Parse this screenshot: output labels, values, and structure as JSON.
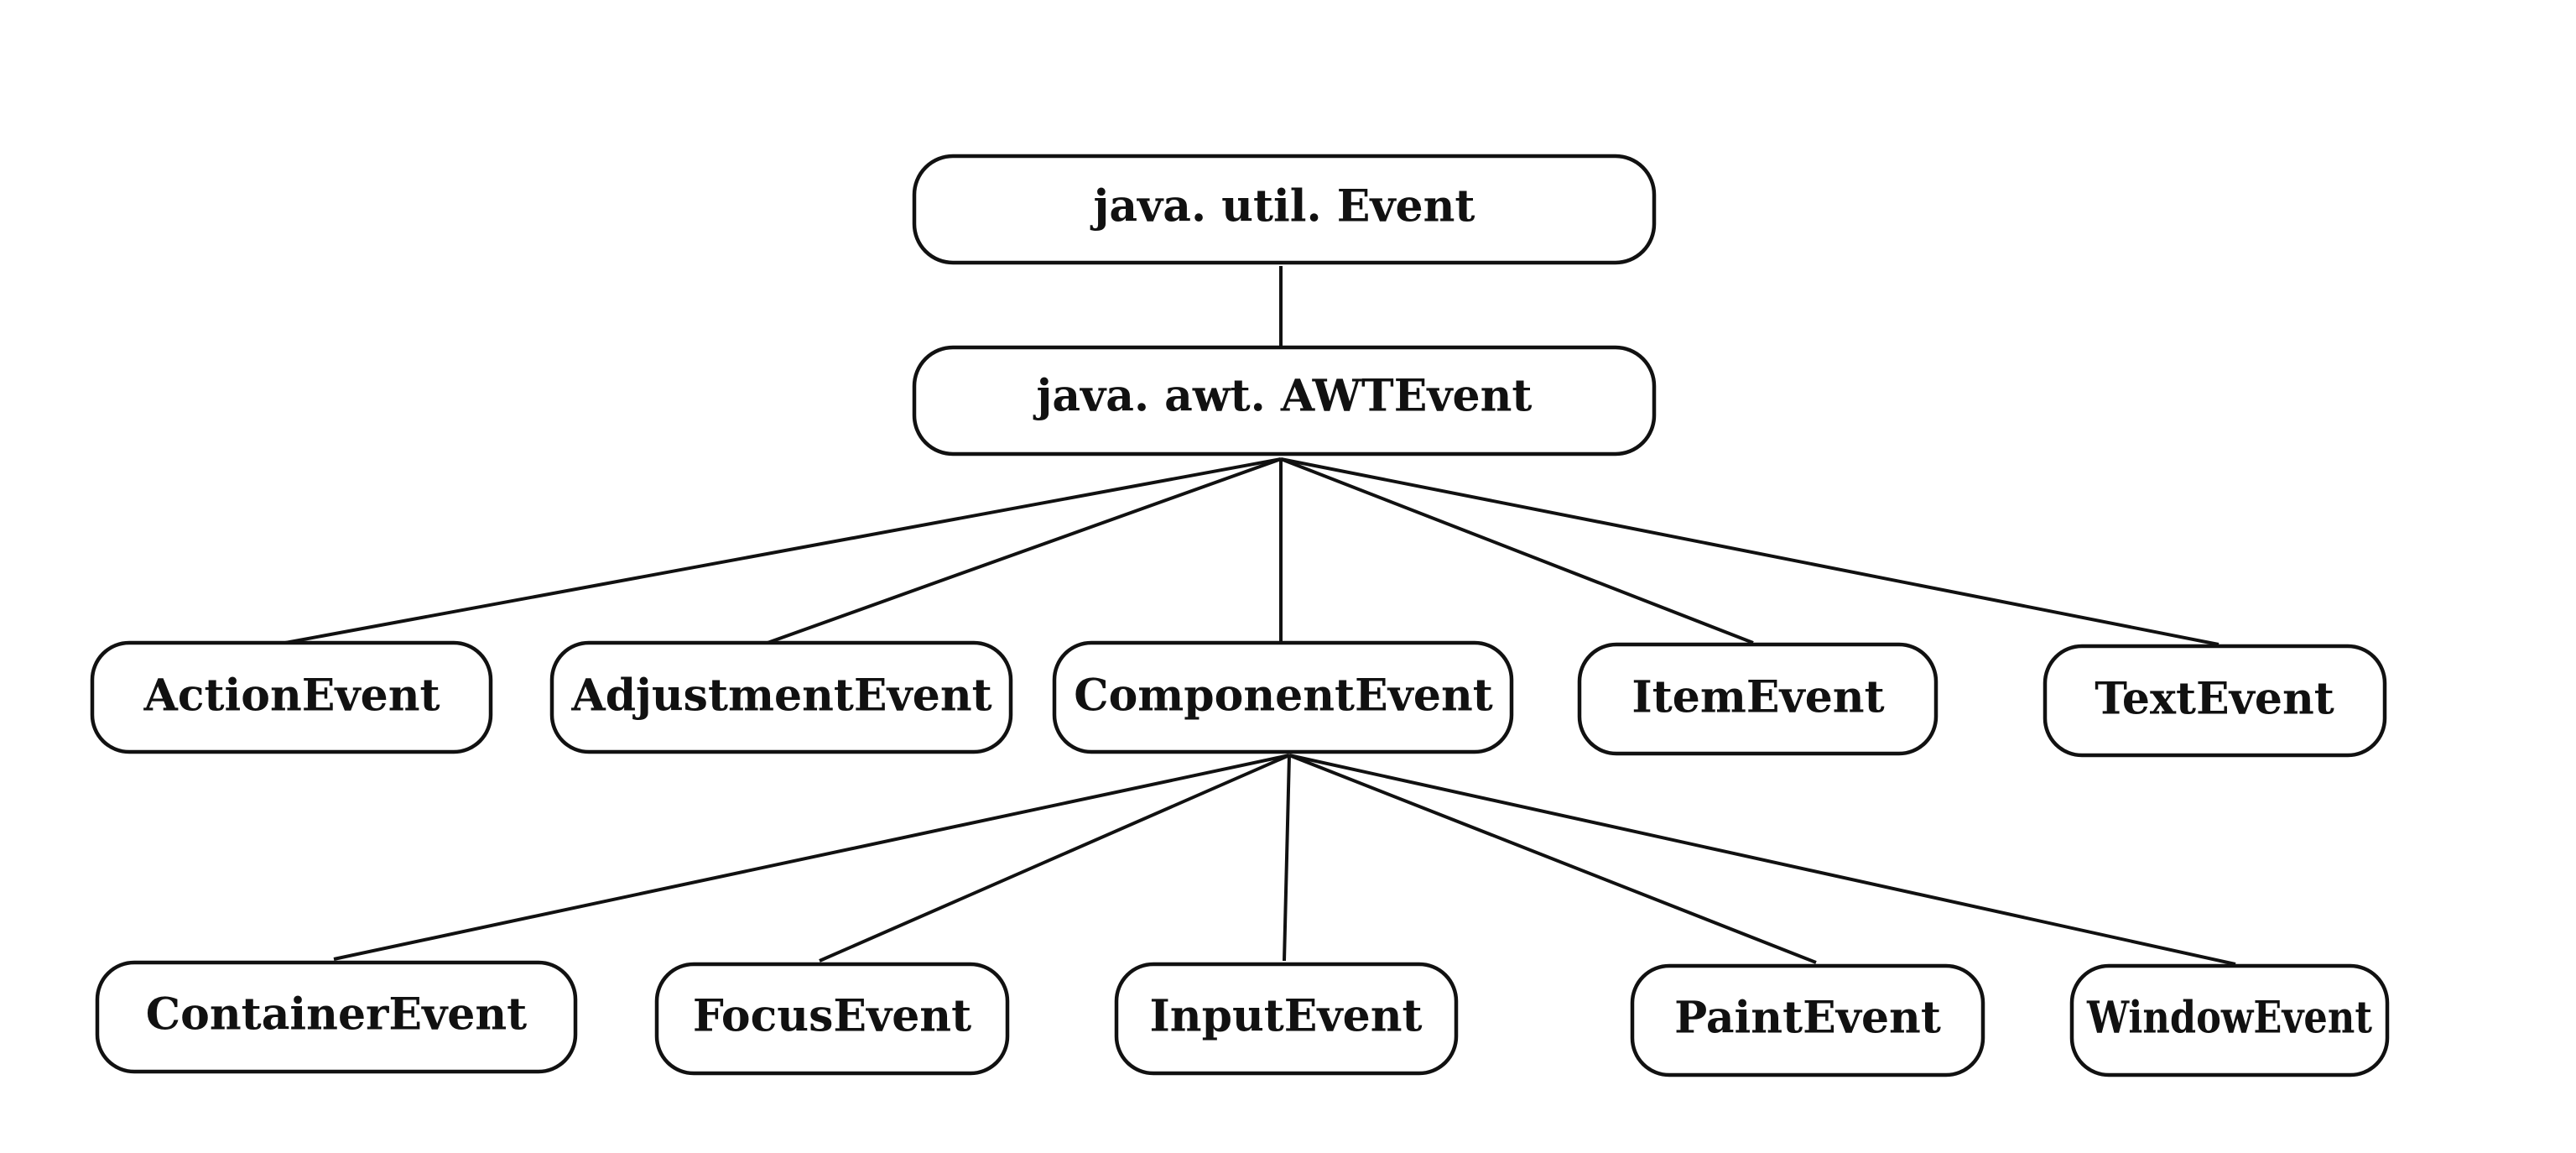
{
  "diagram": {
    "root": {
      "label": "java. util. Event"
    },
    "awt": {
      "label": "java. awt. AWTEvent"
    },
    "level2": [
      {
        "label": "ActionEvent"
      },
      {
        "label": "AdjustmentEvent"
      },
      {
        "label": "ComponentEvent"
      },
      {
        "label": "ItemEvent"
      },
      {
        "label": "TextEvent"
      }
    ],
    "level3": [
      {
        "label": "ContainerEvent"
      },
      {
        "label": "FocusEvent"
      },
      {
        "label": "InputEvent"
      },
      {
        "label": "PaintEvent"
      },
      {
        "label": "WindowEvent"
      }
    ],
    "edges": [
      {
        "from": "java. util. Event",
        "to": "java. awt. AWTEvent"
      },
      {
        "from": "java. awt. AWTEvent",
        "to": "ActionEvent"
      },
      {
        "from": "java. awt. AWTEvent",
        "to": "AdjustmentEvent"
      },
      {
        "from": "java. awt. AWTEvent",
        "to": "ComponentEvent"
      },
      {
        "from": "java. awt. AWTEvent",
        "to": "ItemEvent"
      },
      {
        "from": "java. awt. AWTEvent",
        "to": "TextEvent"
      },
      {
        "from": "ComponentEvent",
        "to": "ContainerEvent"
      },
      {
        "from": "ComponentEvent",
        "to": "FocusEvent"
      },
      {
        "from": "ComponentEvent",
        "to": "InputEvent"
      },
      {
        "from": "ComponentEvent",
        "to": "PaintEvent"
      },
      {
        "from": "ComponentEvent",
        "to": "WindowEvent"
      }
    ]
  }
}
